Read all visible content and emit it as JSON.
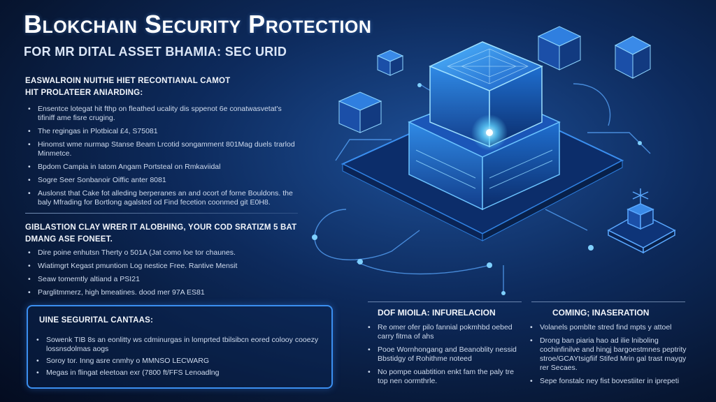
{
  "header": {
    "title": "Blokchain Security Protection",
    "subtitle": "FOR MR DITAL ASSET BHAMIA: SEC URID"
  },
  "section1": {
    "heading": "EASWALROIN NUITHE HIET RECONTIANAL CAMOT HIT PROLATEER ANIARDING:",
    "items": [
      "Ensentce lotegat hit fthp on fleathed ucality dis sppenot 6e conatwasvetat's tifiniff ame fisre cruging.",
      "The regingas in Plotbical £4, S75081",
      "Hinomst wme nurmap Stanse Beam Lrcotid songamment 801Mag duels trarlod Minmetce.",
      "Bpdom Campia in Iatom Angam Portsteal on Rmkaviidal",
      "Sogre Seer Sonbanoir Oiffic anter 8081",
      "Auslonst that Cake fot alleding berperanes an and ocort of forne Bouldons. the baly Mfrading for Bortlong agalsted od Find fecetion coonmed git E0H8."
    ]
  },
  "section2": {
    "heading": "GIBLASTION CLAY WRER IT ALOBHING, YOUR COD SRATIZM 5 BAT DMANG ASE FONEET.",
    "items": [
      "Dire poine enhutsn Therty o 501A (Jat como loe tor chaunes.",
      "Wiatimgrt Kegast pmuntiom Log nestice Free. Rantive Mensit",
      "Seaw tomemtly altiand a PSI21",
      "Parglitmmerz, high bmeatines. dood mer 97A ES81"
    ]
  },
  "boxed": {
    "heading": "UINE SEGURITAL CANTAAS:",
    "items": [
      "Sowenk TIB 8s an eonlitty ws cdminurgas in lomprted tbilsibcn eored colooy cooezy lossnsdolmas aogs",
      "Soroy tor. Inng asre cnmhy o MMNSO LECWARG",
      "Megas in flingat eleetoan exr (7800 ft/FFS Lenoadlng"
    ]
  },
  "column_left": {
    "heading": "DOF MIOILA: INFURELACION",
    "items": [
      "Re omer ofer pilo fannial pokmhbd oebed carry fitma of ahs",
      "Pooe Wornhongang and Beanoblity nessid Bbstidgy of Rohithme noteed",
      "No pompe ouabtition enkt fam the paly tre top nen oormthrle."
    ]
  },
  "column_right": {
    "heading": "COMING; INASERATION",
    "items": [
      "Volanels pomblte stred find mpts y attoel",
      "Drong ban piaria hao ad ilie lniboling cochinfinilve and hingj bargoestmnes peptrity stroe/GCAYtsigfiif Stifed Mrin gal trast maygy rer Secaes.",
      "Sepe fonstalc ney fist bovestiiter in iprepeti"
    ]
  },
  "colors": {
    "accent": "#3b8ff0",
    "glow": "#5fd2ff",
    "background": "#0b2350"
  }
}
